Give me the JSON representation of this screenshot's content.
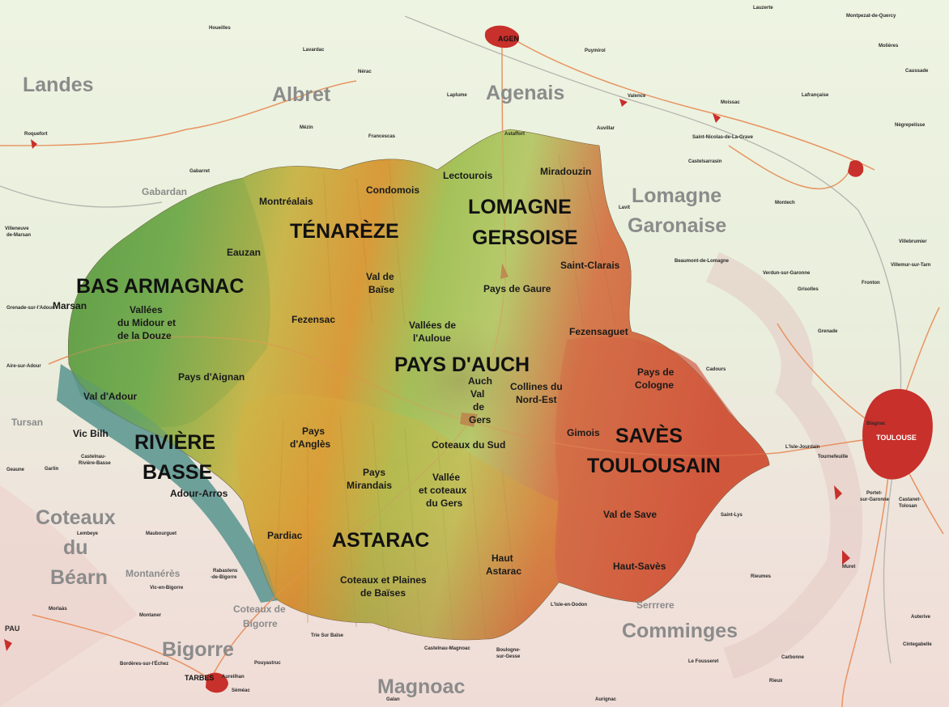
{
  "map": {
    "regions": {
      "bas_armagnac": "BAS ARMAGNAC",
      "tenareze": "TÉNARÈZE",
      "lomagne_gersoise_1": "LOMAGNE",
      "lomagne_gersoise_2": "GERSOISE",
      "pays_dauch": "PAYS D'AUCH",
      "riviere_basse_1": "RIVIÈRE",
      "riviere_basse_2": "BASSE",
      "astarac": "ASTARAC",
      "saves_toulousain_1": "SAVÈS",
      "saves_toulousain_2": "TOULOUSAIN"
    },
    "subregions": {
      "marsan": "Marsan",
      "vallees_midour_1": "Vallées",
      "vallees_midour_2": "du Midour et",
      "vallees_midour_3": "de la Douze",
      "eauzan": "Eauzan",
      "fezensac": "Fezensac",
      "pays_daignan": "Pays d'Aignan",
      "val_dadour": "Val d'Adour",
      "vic_bilh": "Vic Bilh",
      "adour_arros": "Adour-Arros",
      "montrealais": "Montréalais",
      "condomois": "Condomois",
      "val_de_baise_1": "Val de",
      "val_de_baise_2": "Baïse",
      "lectourois": "Lectourois",
      "miradouzin": "Miradouzin",
      "saint_clarais": "Saint-Clarais",
      "pays_de_gaure": "Pays de Gaure",
      "vallees_auloue_1": "Vallées de",
      "vallees_auloue_2": "l'Auloue",
      "fezensaguet": "Fezensaguet",
      "auch_1": "Auch",
      "auch_2": "Val",
      "auch_3": "de",
      "auch_4": "Gers",
      "collines_1": "Collines du",
      "collines_2": "Nord-Est",
      "pays_de_cologne_1": "Pays de",
      "pays_de_cologne_2": "Cologne",
      "gimois": "Gimois",
      "coteaux_du_sud": "Coteaux du Sud",
      "pays_angles_1": "Pays",
      "pays_angles_2": "d'Anglès",
      "pays_mirandais_1": "Pays",
      "pays_mirandais_2": "Mirandais",
      "vallee_coteaux_1": "Vallée",
      "vallee_coteaux_2": "et coteaux",
      "vallee_coteaux_3": "du Gers",
      "pardiac": "Pardiac",
      "coteaux_plaines_1": "Coteaux et Plaines",
      "coteaux_plaines_2": "de Baïses",
      "haut_astarac_1": "Haut",
      "haut_astarac_2": "Astarac",
      "val_de_save": "Val de Save",
      "haut_saves": "Haut-Savès"
    },
    "neighbors": {
      "landes": "Landes",
      "albret": "Albret",
      "agenais": "Agenais",
      "lomagne_garonaise_1": "Lomagne",
      "lomagne_garonaise_2": "Garonaise",
      "gabardan": "Gabardan",
      "tursan": "Tursan",
      "coteaux_bearn_1": "Coteaux",
      "coteaux_bearn_2": "du",
      "coteaux_bearn_3": "Béarn",
      "montaneres": "Montanérès",
      "coteaux_bigorre_1": "Coteaux de",
      "coteaux_bigorre_2": "Bigorre",
      "bigorre": "Bigorre",
      "magnoac": "Magnoac",
      "comminges": "Comminges",
      "serrrere": "Serrrere"
    },
    "cities": {
      "agen": "AGEN",
      "toulouse": "TOULOUSE",
      "tarbes": "TARBES"
    },
    "towns": {
      "houeilles": "Houeilles",
      "lavardac": "Lavardac",
      "nerac": "Nérac",
      "puymirol": "Puymirol",
      "lauzerte": "Lauzerte",
      "montpezat": "Montpezat-de-Quercy",
      "molieres": "Molières",
      "caussade": "Caussade",
      "laplume": "Laplume",
      "valence": "Valence",
      "moissac": "Moissac",
      "lafrancaise": "Lafrançaise",
      "roquefort": "Roquefort",
      "mezin": "Mézin",
      "francescas": "Francescas",
      "astaffort": "Astaffort",
      "auvillar": "Auvillar",
      "st_nicolas": "Saint-Nicolas-de-La-Grave",
      "negrepelisse": "Nègrepelisse",
      "castelsarrasin": "Castelsarrasin",
      "gabarret": "Gabarret",
      "lavit": "Lavit",
      "montech": "Montech",
      "beaumont": "Beaumont-de-Lomagne",
      "verdun": "Verdun-sur-Garonne",
      "grisolles": "Grisolles",
      "fronton": "Fronton",
      "villebrumier": "Villebrumier",
      "villemur": "Villemur-sur-Tarn",
      "grenade": "Grenade",
      "cadours": "Cadours",
      "villeneuve_marsan_1": "Villeneuve",
      "villeneuve_marsan_2": "de-Marsan",
      "grenade_adour": "Grenade-sur-l'Adour",
      "aire_adour": "Aire-sur-Adour",
      "castelnau": "Castelnau-",
      "riviere_basse_town": "Rivière-Basse",
      "garlin": "Garlin",
      "geaune": "Geaune",
      "lembeye": "Lembeye",
      "maubourguet": "Maubourguet",
      "rabastens_1": "Rabastens",
      "rabastens_2": "-de-Bigorre",
      "vic_en_bigorre": "Vic-en-Bigorre",
      "morlaas": "Morlaàs",
      "montaner": "Montaner",
      "pau": "PAU",
      "trie_sur_baise": "Trie Sur Baïse",
      "castelnau_magnoac": "Castelnau-Magnoac",
      "boulogne_1": "Boulogne-",
      "boulogne_2": "sur-Gesse",
      "isle_en_dodon": "L'Isle-en-Dodon",
      "pouyastruc": "Pouyastruc",
      "borderes": "Bordères-sur-l'Échez",
      "aureilhan": "Aureilhan",
      "semeac": "Séméac",
      "galan": "Galan",
      "aurignac": "Aurignac",
      "le_fousseret": "Le Fousseret",
      "rieux": "Rieux",
      "carbonne": "Carbonne",
      "rieumes": "Rieumes",
      "saint_lys": "Saint-Lys",
      "muret": "Muret",
      "auterive": "Auterive",
      "cintegabelle": "Cintegabelle",
      "l_isle_jourdain": "L'Isle-Jourdain",
      "blagnac": "Blagnac",
      "tournefeuille": "Tournefeuille",
      "portet_1": "Portet-",
      "portet_2": "sur-Garonne",
      "castanet_1": "Castanet-",
      "castanet_2": "Tolosan"
    }
  }
}
